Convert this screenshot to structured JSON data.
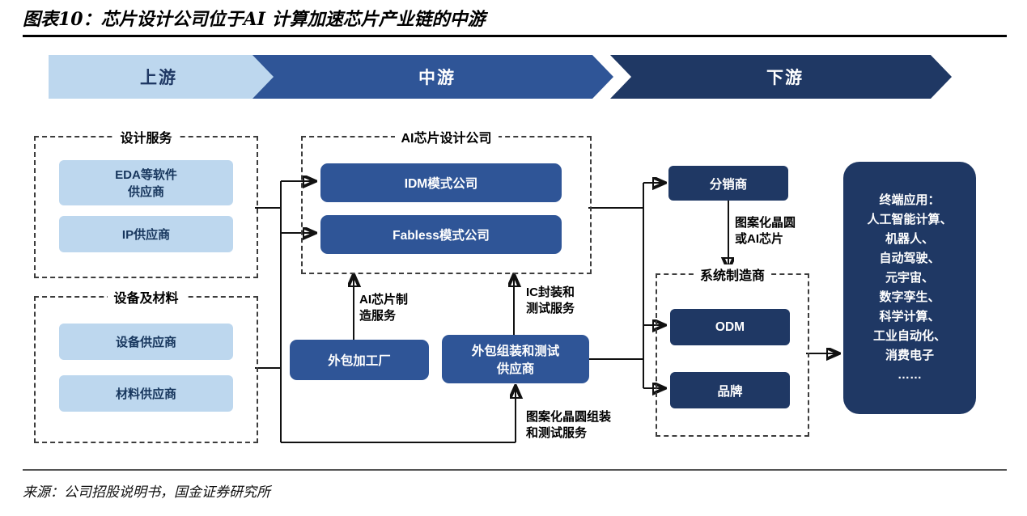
{
  "title": "图表10：芯片设计公司位于AI 计算加速芯片产业链的中游",
  "source": "来源：公司招股说明书，国金证券研究所",
  "banners": {
    "upstream": "上游",
    "midstream": "中游",
    "downstream": "下游"
  },
  "groups": {
    "design_services": {
      "label": "设计服务",
      "eda": "EDA等软件\n供应商",
      "ip": "IP供应商"
    },
    "equipment_materials": {
      "label": "设备及材料",
      "equipment": "设备供应商",
      "materials": "材料供应商"
    },
    "ai_chip_design": {
      "label": "AI芯片设计公司",
      "idm": "IDM模式公司",
      "fabless": "Fabless模式公司"
    },
    "system_manufacturer": {
      "label": "系统制造商",
      "odm": "ODM",
      "brand": "品牌"
    }
  },
  "nodes": {
    "foundry": "外包加工厂",
    "osat": "外包组装和测试\n供应商",
    "distributor": "分销商",
    "terminal": "终端应用：\n人工智能计算、\n机器人、\n自动驾驶、\n元宇宙、\n数字孪生、\n科学计算、\n工业自动化、\n消费电子\n……"
  },
  "flow_labels": {
    "chip_mfg_service": "AI芯片制\n造服务",
    "ic_pkg_test_service": "IC封装和\n测试服务",
    "wafer_assembly_test": "图案化晶圆组装\n和测试服务",
    "wafer_or_chip": "图案化晶圆\n或AI芯片"
  },
  "colors": {
    "light_blue": "#BDD7EE",
    "mid_blue": "#2F5597",
    "navy": "#1F3864"
  }
}
